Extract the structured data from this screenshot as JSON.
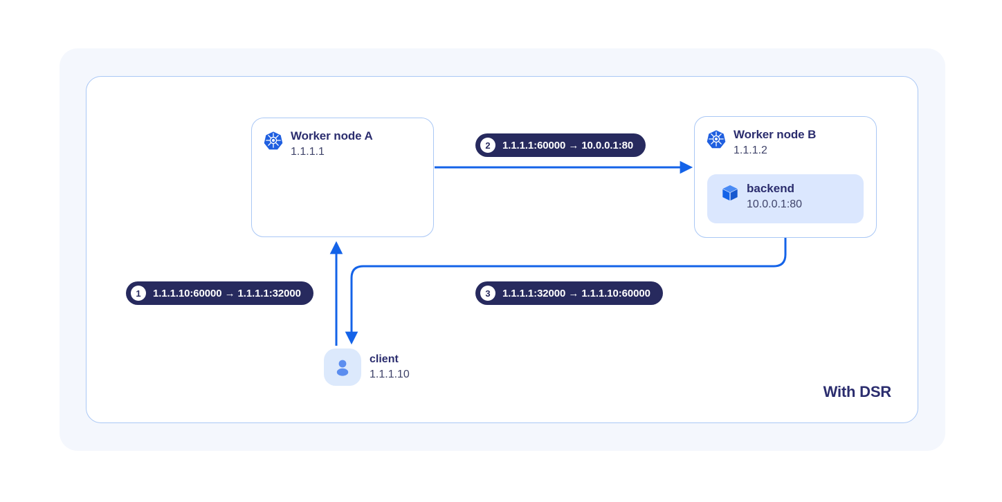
{
  "diagram": {
    "caption": "With DSR",
    "accent_blue": "#1463e8",
    "pill_navy": "#272a5e",
    "panel_bg": "#f4f7fd",
    "panel_border": "#a9c7f5",
    "pod_bg": "#dbe7fe"
  },
  "nodes": {
    "worker_a": {
      "title": "Worker node A",
      "ip": "1.1.1.1",
      "icon": "kubernetes-icon"
    },
    "worker_b": {
      "title": "Worker node B",
      "ip": "1.1.1.2",
      "icon": "kubernetes-icon",
      "pod": {
        "title": "backend",
        "ip": "10.0.0.1:80",
        "icon": "cube-icon"
      }
    },
    "client": {
      "title": "client",
      "ip": "1.1.1.10",
      "icon": "user-icon"
    }
  },
  "steps": [
    {
      "number": "1",
      "text": "1.1.1.10:60000 → 1.1.1.1:32000"
    },
    {
      "number": "2",
      "text": "1.1.1.1:60000 → 10.0.0.1:80"
    },
    {
      "number": "3",
      "text": "1.1.1.1:32000 → 1.1.1.10:60000"
    }
  ],
  "flows": [
    {
      "name": "client-to-worker-a",
      "label_step": "1"
    },
    {
      "name": "worker-a-to-worker-b",
      "label_step": "2"
    },
    {
      "name": "worker-b-to-client",
      "label_step": "3"
    }
  ]
}
